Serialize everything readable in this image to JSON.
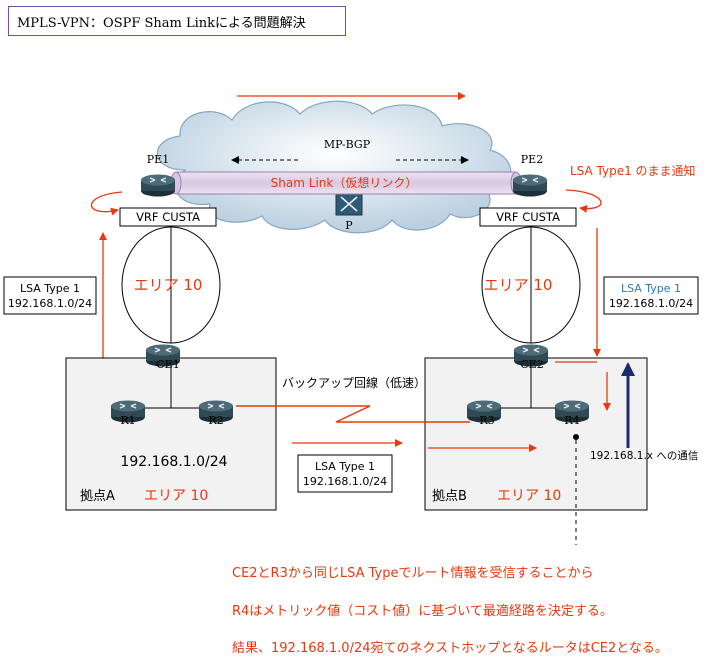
{
  "title": "MPLS-VPN：OSPF Sham Linkによる問題解決",
  "cloud": {
    "protocol": "MP-BGP",
    "p_label": "P"
  },
  "sham_link": "Sham Link（仮想リンク）",
  "pe1": {
    "name": "PE1",
    "vrf": "VRF CUSTA"
  },
  "pe2": {
    "name": "PE2",
    "vrf": "VRF CUSTA"
  },
  "pe2_note": "LSA Type1 のまま通知",
  "area_label": "エリア 10",
  "lsa_left": {
    "line1": "LSA Type 1",
    "line2": "192.168.1.0/24"
  },
  "lsa_right": {
    "line1": "LSA Type 1",
    "line2": "192.168.1.0/24"
  },
  "lsa_bottom": {
    "line1": "LSA Type 1",
    "line2": "192.168.1.0/24"
  },
  "backup_line": "バックアップ回線（低速）",
  "site_a": {
    "name": "拠点A",
    "area": "エリア 10",
    "network": "192.168.1.0/24",
    "routers": [
      "CE1",
      "R1",
      "R2"
    ]
  },
  "site_b": {
    "name": "拠点B",
    "area": "エリア 10",
    "routers": [
      "CE2",
      "R3",
      "R4"
    ]
  },
  "traffic_label": "192.168.1.x への通信",
  "notes": [
    "CE2とR3から同じLSA Typeでルート情報を受信することから",
    "R4はメトリック値（コスト値）に基づいて最適経路を決定する。",
    "結果、192.168.1.0/24宛てのネクストホップとなるルータはCE2となる。"
  ],
  "colors": {
    "red": "#e8380d",
    "navy": "#1a2a6a",
    "purple_border": "#7b4fa0",
    "router": "#2f4a55",
    "blue_text": "#2a7ab8"
  }
}
